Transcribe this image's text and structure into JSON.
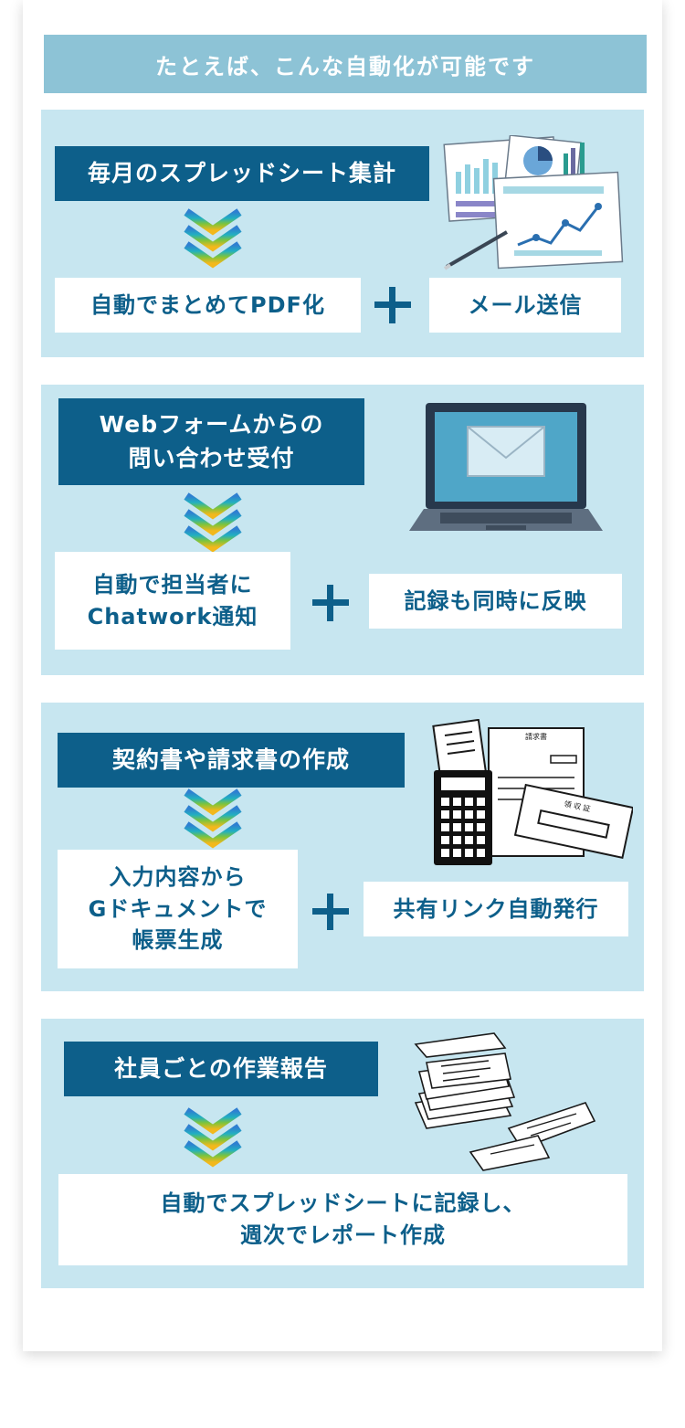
{
  "header": {
    "text": "たとえば、こんな自動化が可能です"
  },
  "examples": [
    {
      "title": "毎月のスプレッドシート集計",
      "result": "自動でまとめてPDF化",
      "extra": "メール送信",
      "illustration": "spreadsheet-charts-icon"
    },
    {
      "title": "Webフォームからの\n問い合わせ受付",
      "result": "自動で担当者に\nChatwork通知",
      "extra": "記録も同時に反映",
      "illustration": "laptop-mail-icon"
    },
    {
      "title": "契約書や請求書の作成",
      "result": "入力内容から\nGドキュメントで\n帳票生成",
      "extra": "共有リンク自動発行",
      "illustration": "invoice-calculator-icon",
      "illustration_text": [
        "請求書",
        "領 収 証"
      ]
    },
    {
      "title": "社員ごとの作業報告",
      "result": "自動でスプレッドシートに記録し、\n週次でレポート作成",
      "illustration": "paper-stack-icon"
    }
  ],
  "colors": {
    "panel_bg": "#c7e6f0",
    "header_bg": "#8dc3d6",
    "title_bg": "#0d5f8a",
    "accent_text": "#0d5f8a"
  }
}
